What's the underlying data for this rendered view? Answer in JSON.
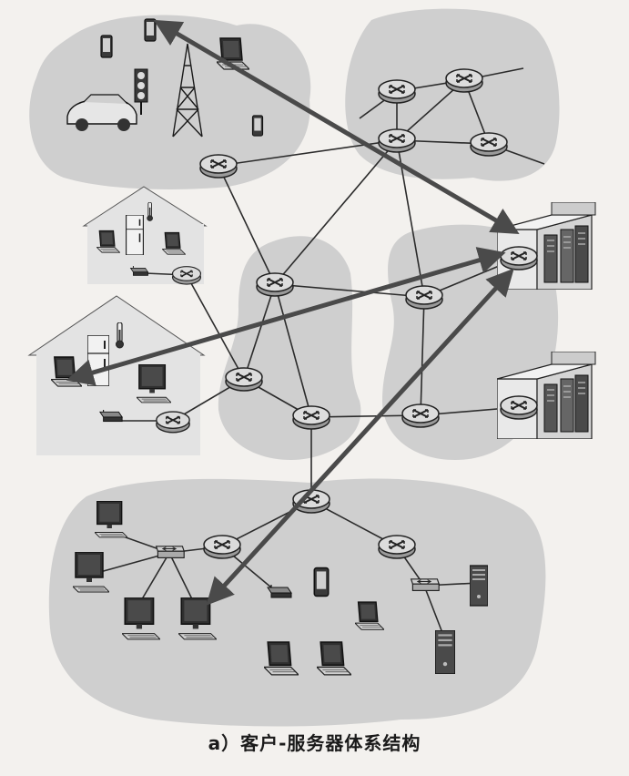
{
  "caption": "a）客户-服务器体系结构",
  "colors": {
    "background": "#f3f1ee",
    "cloud": "#cfcfcf",
    "house": "#e3e3e3",
    "router": "#dcdcdc",
    "link": "#2b2b2b",
    "arrow": "#555555",
    "device": "#3a3a3a"
  },
  "regions": [
    "mobile-network",
    "isp-network-top-right",
    "home-network-1",
    "home-network-2",
    "regional-isp-center",
    "datacenter-region",
    "enterprise-network"
  ],
  "icons": [
    "router-icon",
    "smartphone-icon",
    "cell-tower-icon",
    "car-icon",
    "traffic-light-icon",
    "laptop-icon",
    "desktop-monitor-icon",
    "refrigerator-icon",
    "thermometer-icon",
    "modem-icon",
    "link-layer-switch-icon",
    "server-tower-icon",
    "data-center-icon"
  ],
  "arrows": [
    "client-server-arrow-mobile",
    "client-server-arrow-home",
    "client-server-arrow-enterprise"
  ]
}
